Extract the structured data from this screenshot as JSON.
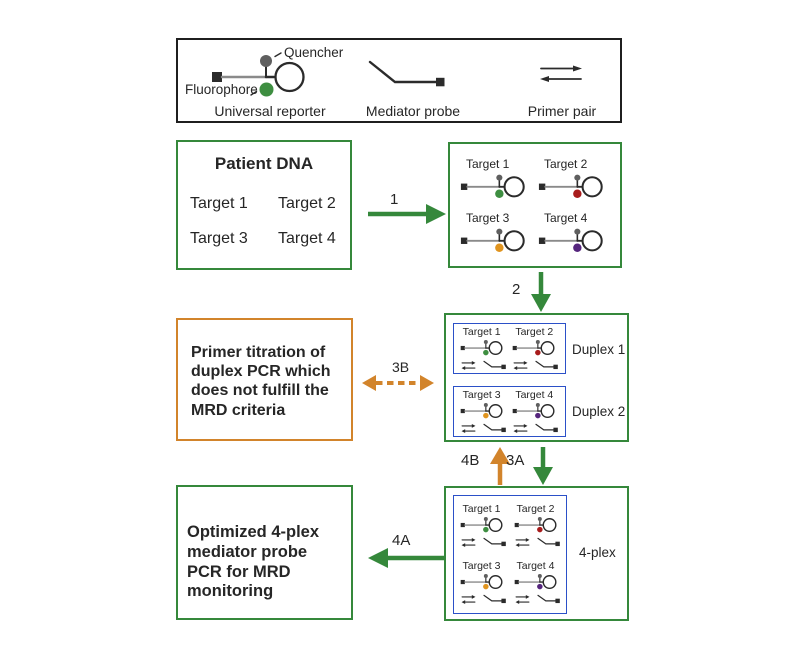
{
  "colors": {
    "green": "#35883b",
    "orange": "#d2842b",
    "blue": "#2b50c8",
    "ink": "#2b2b2b",
    "text": "#262626",
    "grayline": "#8a8a8a",
    "quencher": "#5f5f5f"
  },
  "legend": {
    "quencher_label": "Quencher",
    "fluorophore_label": "Fluorophore",
    "universal_reporter_label": "Universal reporter",
    "mediator_probe_label": "Mediator probe",
    "primer_pair_label": "Primer pair",
    "fluorophore_color": "#3e8e41"
  },
  "patient_dna": {
    "title": "Patient DNA",
    "targets": [
      "Target 1",
      "Target 2",
      "Target 3",
      "Target 4"
    ]
  },
  "reporter_box": {
    "targets": [
      {
        "label": "Target 1",
        "fluor": "#3e8e41"
      },
      {
        "label": "Target 2",
        "fluor": "#a81c1c"
      },
      {
        "label": "Target 3",
        "fluor": "#e0941f"
      },
      {
        "label": "Target 4",
        "fluor": "#55257d"
      }
    ]
  },
  "duplex_box": {
    "groups": [
      {
        "label": "Duplex 1",
        "targets": [
          {
            "label": "Target 1",
            "fluor": "#3e8e41"
          },
          {
            "label": "Target 2",
            "fluor": "#a81c1c"
          }
        ]
      },
      {
        "label": "Duplex 2",
        "targets": [
          {
            "label": "Target 3",
            "fluor": "#e0941f"
          },
          {
            "label": "Target 4",
            "fluor": "#55257d"
          }
        ]
      }
    ]
  },
  "fourplex_box": {
    "label": "4-plex",
    "targets": [
      {
        "label": "Target 1",
        "fluor": "#3e8e41"
      },
      {
        "label": "Target 2",
        "fluor": "#a81c1c"
      },
      {
        "label": "Target 3",
        "fluor": "#e0941f"
      },
      {
        "label": "Target 4",
        "fluor": "#55257d"
      }
    ]
  },
  "orange_box": {
    "text": "Primer titration of duplex PCR which does not fulfill the MRD criteria"
  },
  "optimized_box": {
    "text": "Optimized 4-plex mediator probe PCR for MRD monitoring"
  },
  "steps": {
    "s1": "1",
    "s2": "2",
    "s3a": "3A",
    "s3b": "3B",
    "s4a": "4A",
    "s4b": "4B"
  }
}
